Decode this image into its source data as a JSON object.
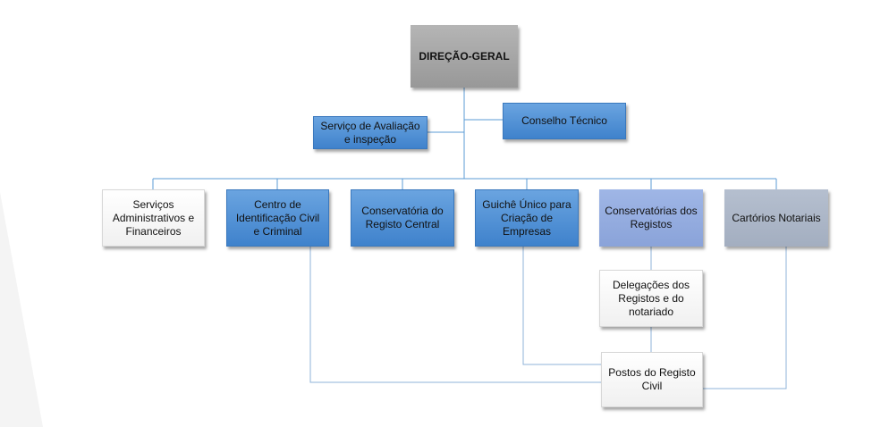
{
  "chart": {
    "root": "DIREÇÃO-GERAL",
    "advisors": {
      "evaluation": "Serviço de Avaliação e inspeção",
      "council": "Conselho Técnico"
    },
    "units": {
      "admin": "Serviços Administrativos e Financeiros",
      "identification": "Centro de Identificação Civil e Criminal",
      "central_registry": "Conservatória do Registo Central",
      "single_desk": "Guichê Único para Criação de Empresas",
      "registries": "Conservatórias dos Registos",
      "notaries": "Cartórios Notariais"
    },
    "sub_units": {
      "delegations": "Delegações dos Registos e do notariado",
      "posts": "Postos do Registo Civil"
    }
  },
  "colors": {
    "line": "#5b9bd5",
    "line_secondary": "#8fb3d9",
    "root_fill": "#a6a6a6",
    "blue_fill": "#5591d6",
    "lavender_fill": "#95addf",
    "slate_fill": "#aab4c6",
    "white_fill": "#f7f7f7"
  }
}
